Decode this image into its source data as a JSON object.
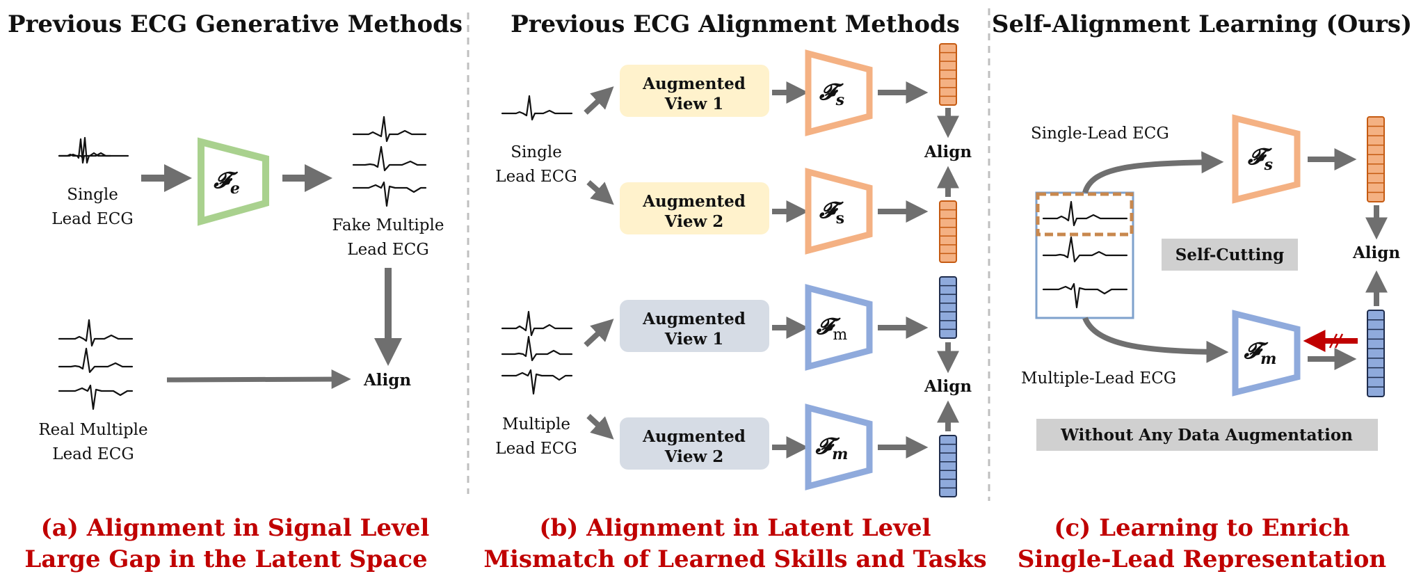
{
  "panel_a": {
    "title": "Previous ECG Generative Methods",
    "single_lead": [
      "Single",
      "Lead ECG"
    ],
    "encoder_symbol": "𝓕",
    "encoder_sub": "e",
    "fake_label": [
      "Fake Multiple",
      "Lead ECG"
    ],
    "real_label": [
      "Real Multiple",
      "Lead ECG"
    ],
    "align": "Align",
    "caption": [
      "(a) Alignment in Signal Level",
      "Large Gap in the Latent Space"
    ],
    "encoder_color": "#a9d18e"
  },
  "panel_b": {
    "title": "Previous ECG Alignment Methods",
    "single_lead": [
      "Single",
      "Lead ECG"
    ],
    "multi_lead": [
      "Multiple",
      "Lead ECG"
    ],
    "views": [
      [
        "Augmented",
        "View 1"
      ],
      [
        "Augmented",
        "View 2"
      ],
      [
        "Augmented",
        "View 1"
      ],
      [
        "Augmented",
        "View 2"
      ]
    ],
    "encoders": [
      {
        "symbol": "𝓕",
        "sub": "s"
      },
      {
        "symbol": "𝓕",
        "sub": "s"
      },
      {
        "symbol": "𝓕",
        "sub": "m"
      },
      {
        "symbol": "𝓕",
        "sub": "m"
      }
    ],
    "align": [
      "Align",
      "Align"
    ],
    "caption": [
      "(b) Alignment in Latent Level",
      "Mismatch of Learned Skills and Tasks"
    ],
    "single_color": "#f4b183",
    "multi_color": "#8faadc",
    "view_single_bg": "#fff2cc",
    "view_multi_bg": "#d6dce5"
  },
  "panel_c": {
    "title": "Self-Alignment Learning (Ours)",
    "single_lead": "Single-Lead ECG",
    "multi_lead": "Multiple-Lead ECG",
    "self_cutting": "Self-Cutting",
    "no_aug": "Without Any  Data Augmentation",
    "align": "Align",
    "encoders": [
      {
        "symbol": "𝓕",
        "sub": "s"
      },
      {
        "symbol": "𝓕",
        "sub": "m"
      }
    ],
    "caption": [
      "(c) Learning to Enrich",
      "Single-Lead Representation"
    ],
    "stop_grad_color": "#c00000"
  },
  "colors": {
    "arrow": "#6f6f6f",
    "divider": "#bfbfbf",
    "caption": "#c00000",
    "latent_orange": "#f4b183",
    "latent_orange_stroke": "#c55a11",
    "latent_blue": "#8faadc",
    "latent_blue_stroke": "#1f2d4d",
    "box_gray": "#d0d0d0"
  }
}
